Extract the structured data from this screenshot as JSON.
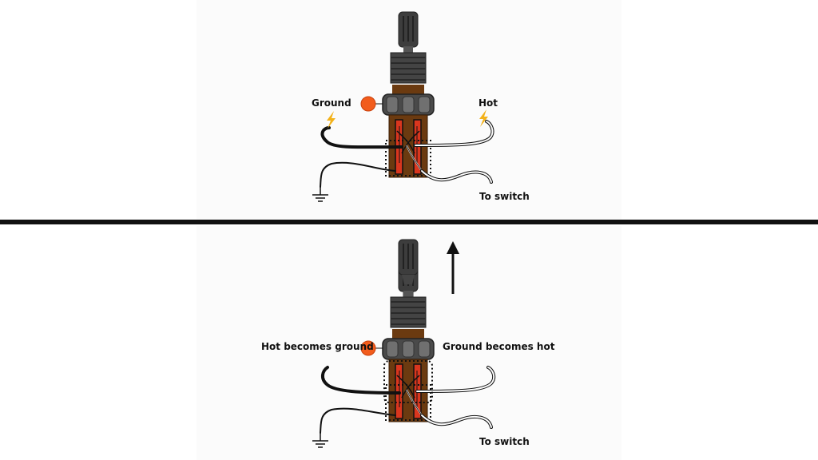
{
  "top_panel": {
    "label_ground": "Ground",
    "label_hot": "Hot",
    "label_to_switch": "To switch"
  },
  "bottom_panel": {
    "label_hot_becomes_ground": "Hot becomes ground",
    "label_ground_becomes_hot": "Ground becomes hot",
    "label_to_switch": "To switch"
  },
  "colors": {
    "knob": "#3a3a3a",
    "body_brown": "#6b3a10",
    "terminal_red": "#d9361e",
    "dot_orange": "#f25c1c",
    "lightning_yellow": "#f3b21a",
    "wire_black": "#111111"
  },
  "icons": [
    "lightning-icon",
    "ground-symbol-icon",
    "arrow-up-icon"
  ]
}
